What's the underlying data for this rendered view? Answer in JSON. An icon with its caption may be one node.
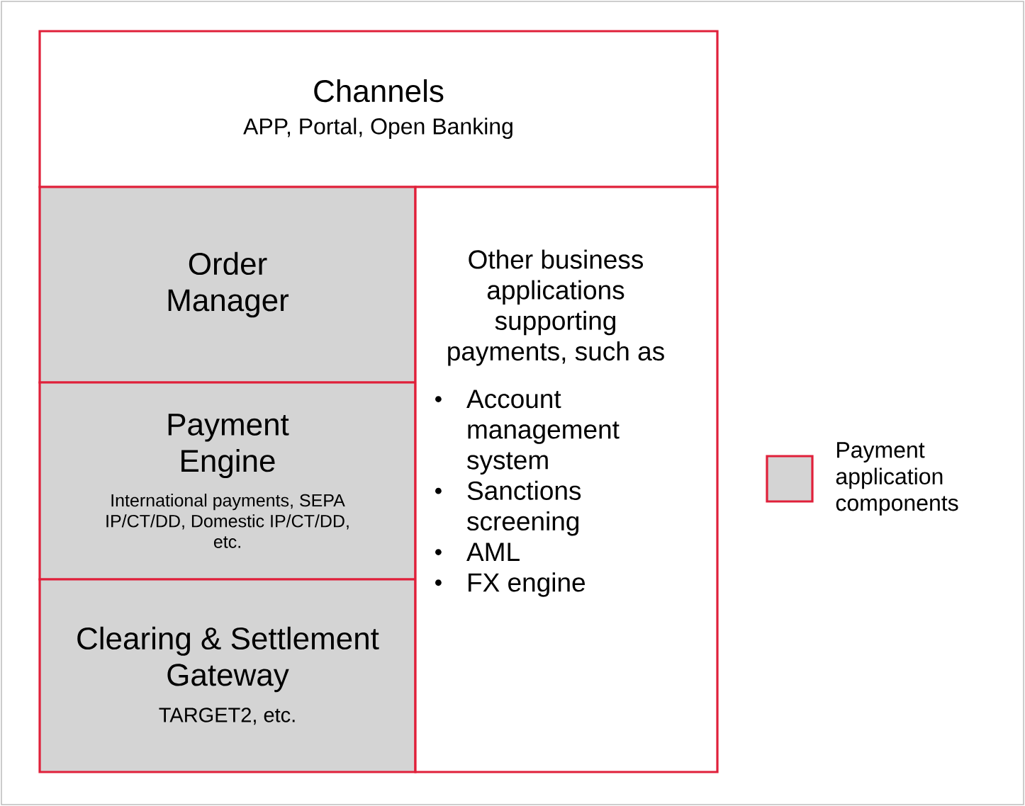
{
  "diagram": {
    "nodes": [
      {
        "text": [
          "Channels",
          "APP, Portal, Open Banking"
        ]
      },
      {
        "text": [
          "Order Manager"
        ]
      },
      {
        "text": [
          "Payment Engine",
          "International payments, SEPA IP/CT/DD, Domestic IP/CT/DD, etc."
        ]
      },
      {
        "text": [
          "Clearing & Settlement Gateway",
          "TARGET2, etc."
        ]
      },
      {
        "text": [
          "Other business applications supporting payments, such as",
          "Account management system",
          "Sanctions screening",
          "AML",
          "FX engine"
        ]
      }
    ],
    "legend": [
      {
        "text": "Payment application components",
        "color": "#d4d4d4"
      }
    ]
  }
}
